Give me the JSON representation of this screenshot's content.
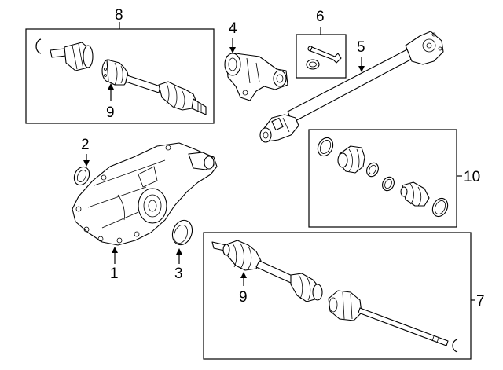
{
  "diagram": {
    "callouts": {
      "c1": "1",
      "c2": "2",
      "c3": "3",
      "c4": "4",
      "c5": "5",
      "c6": "6",
      "c7": "7",
      "c8": "8",
      "c9_top": "9",
      "c9_bottom": "9",
      "c10": "10"
    },
    "parts": [
      "front-axle-shaft-assembly",
      "front-differential-assembly",
      "seal",
      "output-seal",
      "actuator",
      "drive-shaft",
      "bolt-kit",
      "boot-kit"
    ]
  }
}
